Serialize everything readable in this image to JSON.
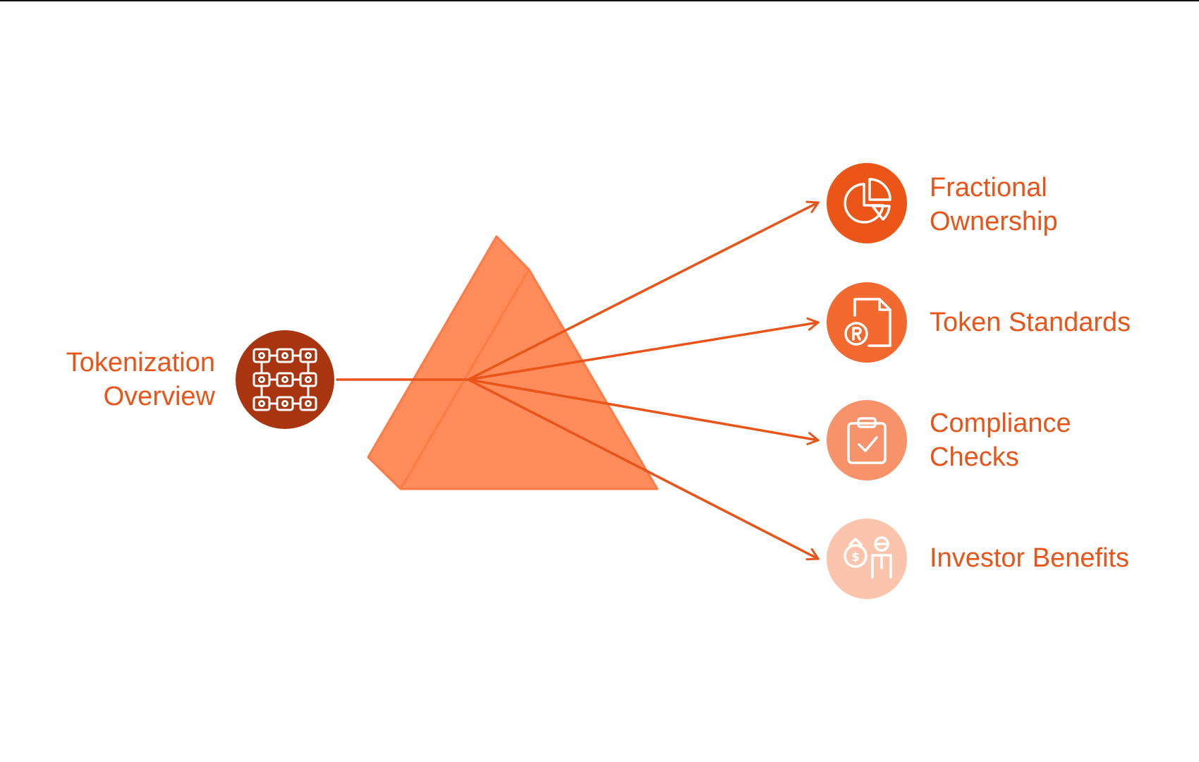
{
  "colors": {
    "text": "#e8541a",
    "arrow": "#e8541a",
    "prism_face": "#ff8c5a",
    "prism_edge": "#ff7a44",
    "source_circle": "#a83510",
    "output_circles": [
      "#ec5518",
      "#f26a30",
      "#f7926a",
      "#fbc5ad"
    ],
    "icon_stroke": "#ffffff"
  },
  "source": {
    "label_line1": "Tokenization",
    "label_line2": "Overview",
    "icon": "blockchain-grid-icon"
  },
  "outputs": [
    {
      "label_line1": "Fractional",
      "label_line2": "Ownership",
      "icon": "pie-chart-icon"
    },
    {
      "label_line1": "Token Standards",
      "label_line2": "",
      "icon": "document-coin-icon"
    },
    {
      "label_line1": "Compliance",
      "label_line2": "Checks",
      "icon": "clipboard-check-icon"
    },
    {
      "label_line1": "Investor Benefits",
      "label_line2": "",
      "icon": "money-bag-investor-icon"
    }
  ]
}
